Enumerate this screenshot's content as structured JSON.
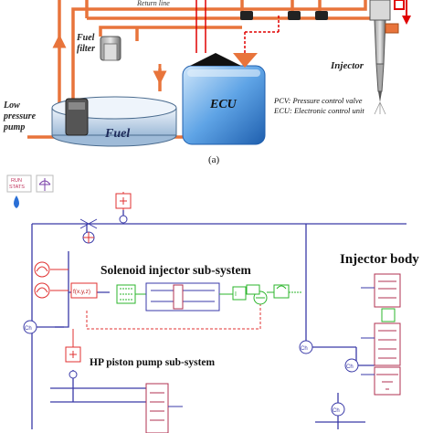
{
  "top_diagram": {
    "labels": {
      "return_line": "Return line",
      "fuel_filter": "Fuel\nfilter",
      "low_pressure_pump": "Low\npressure\npump",
      "fuel": "Fuel",
      "ecu": "ECU",
      "pcv_legend": "PCV: Pressure control valve",
      "ecu_legend": "ECU: Electronic control unit",
      "injector": "Injector"
    },
    "caption": "(a)",
    "colors": {
      "fuel_line": "#e8743b",
      "signal_line": "#e00000",
      "ecu_body": "#4a90e2",
      "ecu_light": "#b8d8f5"
    }
  },
  "bottom_diagram": {
    "labels": {
      "solenoid_subsystem": "Solenoid injector sub-system",
      "injector_body": "Injector body",
      "hp_pump_subsystem": "HP piston pump sub-system",
      "run_stats": "RUN\nSTATS",
      "ch": "Ch",
      "fxyz": "f(x,y,z)"
    },
    "colors": {
      "hydraulic": "#3a3aa8",
      "signal": "#e03030",
      "electrical": "#2bb52b",
      "mechanical": "#b03050"
    }
  }
}
